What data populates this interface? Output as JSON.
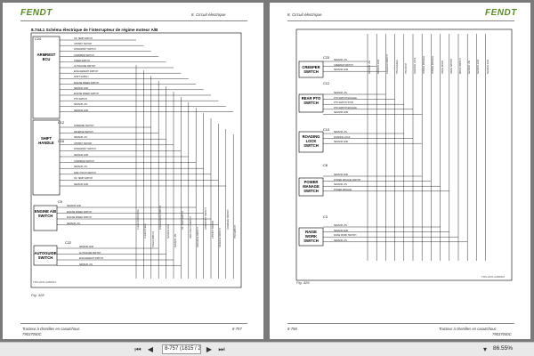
{
  "left_page": {
    "logo": "FENDT",
    "header_section": "8. Circuit électrique",
    "title": "8.744.1  Schéma électrique de l'interrupteur de régime moteur A/B",
    "fig_label": "Fig. 428",
    "drawing_ref": "TRS-2021-028/R01",
    "footer_book": "Tracteur à chenilles en caoutchouc",
    "footer_code": "79037050C",
    "page_num": "8-757",
    "components": {
      "armrest": {
        "connector": "C24",
        "label": "ARMREST ECU"
      },
      "shift": {
        "connectors": [
          "C12",
          "C16"
        ],
        "label": "SHIFT HANDLE"
      },
      "engine": {
        "connector": "C9",
        "label": "ENGINE A/B SWITCH"
      },
      "autoguide": {
        "connector": "C22",
        "label": "AUTOGUIDE SWITCH"
      }
    },
    "signals_armrest": [
      "OIL TEMP SWITCH",
      "UPSHIFT SWITCH",
      "DOWNSHIFT SWITCH",
      "OVERRIDE SWITCH",
      "STEER SWITCH",
      "AUTOGUIDE SWITCH",
      "ENGAGEMENT SWITCH",
      "SHIFT SUPPLY",
      "ENGINE SPEED SWITCH",
      "SENSOR GND",
      "ENGINE SPEED SWITCH",
      "PTO SWITCH",
      "SENSOR +5V",
      "SENSOR GND"
    ],
    "signals_shift": [
      "FORWARD SWITCH",
      "REVERSE SWITCH",
      "SENSOR +5V",
      "UPSHIFT SWITCH",
      "DOWNSHIFT SWITCH",
      "SENSOR GND",
      "OVERRIDE SWITCH",
      "SENSOR +5V",
      "DISK TOUCH SWITCH",
      "OIL TEMP SWITCH",
      "SENSOR GND"
    ],
    "signals_engine": [
      "SENSOR GND",
      "ENGINE SPEED SWITCH",
      "ENGINE SPEED SWITCH",
      "SENSOR +5V"
    ],
    "signals_autoguide": [
      "SENSOR GND",
      "AUTOGUIDE SWITCH",
      "ENGAGEMENT SWITCH",
      "SENSOR +5V"
    ],
    "bus_labels": [
      "CLEAR AUTOGUIDE",
      "CLEAR STEER",
      "STEER SWITCH",
      "ENGAGEMENT SWITCH",
      "SENSOR GND",
      "SENSOR +5V",
      "OIL TEMP SWITCH",
      "DISK TOUCH SWITCH",
      "OVERRIDE SWITCH",
      "DOWNSHIFT SWITCH",
      "UPSHIFT SWITCH",
      "REVERSE SWITCH",
      "FORWARD SWITCH",
      "PTO SWITCH"
    ]
  },
  "right_page": {
    "logo": "FENDT",
    "header_section": "8. Circuit électrique",
    "fig_label": "Fig. 429",
    "drawing_ref": "TRS-2021-028/R02",
    "footer_book": "Tracteur à chenilles en caoutchouc",
    "footer_code": "79037050C",
    "page_num": "8-758",
    "components": [
      {
        "connector": "C23",
        "label": "CREEPER SWITCH"
      },
      {
        "connector": "C12",
        "label": "REAR PTO SWITCH"
      },
      {
        "connector": "C10",
        "label": "ROADING LOCK SWITCH"
      },
      {
        "connector": "C8",
        "label": "POWER MANAGE SWITCH"
      },
      {
        "connector": "C3",
        "label": "RAISE WORK SWITCH"
      }
    ],
    "signals": [
      [
        "SENSOR +5V",
        "CREEPER SWITCH",
        "SENSOR GND"
      ],
      [
        "SENSOR +5V",
        "PTO SWITCH ENGAGE",
        "PTO SWITCH STOP",
        "PTO SWITCH ENGAGE",
        "SENSOR GND"
      ],
      [
        "SENSOR +5V",
        "ROADING LOCK",
        "SENSOR GND"
      ],
      [
        "SENSOR GND",
        "POWER MANAGE SWITCH",
        "SENSOR +5V",
        "POWER MANAGE"
      ],
      [
        "SENSOR +5V",
        "SENSOR GND",
        "RAISE WORK SWITCH",
        "SENSOR +5V"
      ]
    ],
    "bus_labels": [
      "SENSOR +5V",
      "SENSOR GND",
      "CREEPER SWITCH",
      "PTO ENGAGE",
      "PTO STOP",
      "ROADING LOCK",
      "POWER MANAGE",
      "POWER MANAGE",
      "RAISE WORK",
      "RAISE SWITCH",
      "WORK SWITCH",
      "SENSOR +5V",
      "SENSOR GND",
      "SENSOR GND"
    ]
  },
  "statusbar": {
    "page_box": "8-757 (1815 / 28",
    "zoom": "86.55%",
    "first_icon": "first-page-icon",
    "prev_icon": "prev-page-icon",
    "next_icon": "next-page-icon",
    "last_icon": "last-page-icon"
  }
}
